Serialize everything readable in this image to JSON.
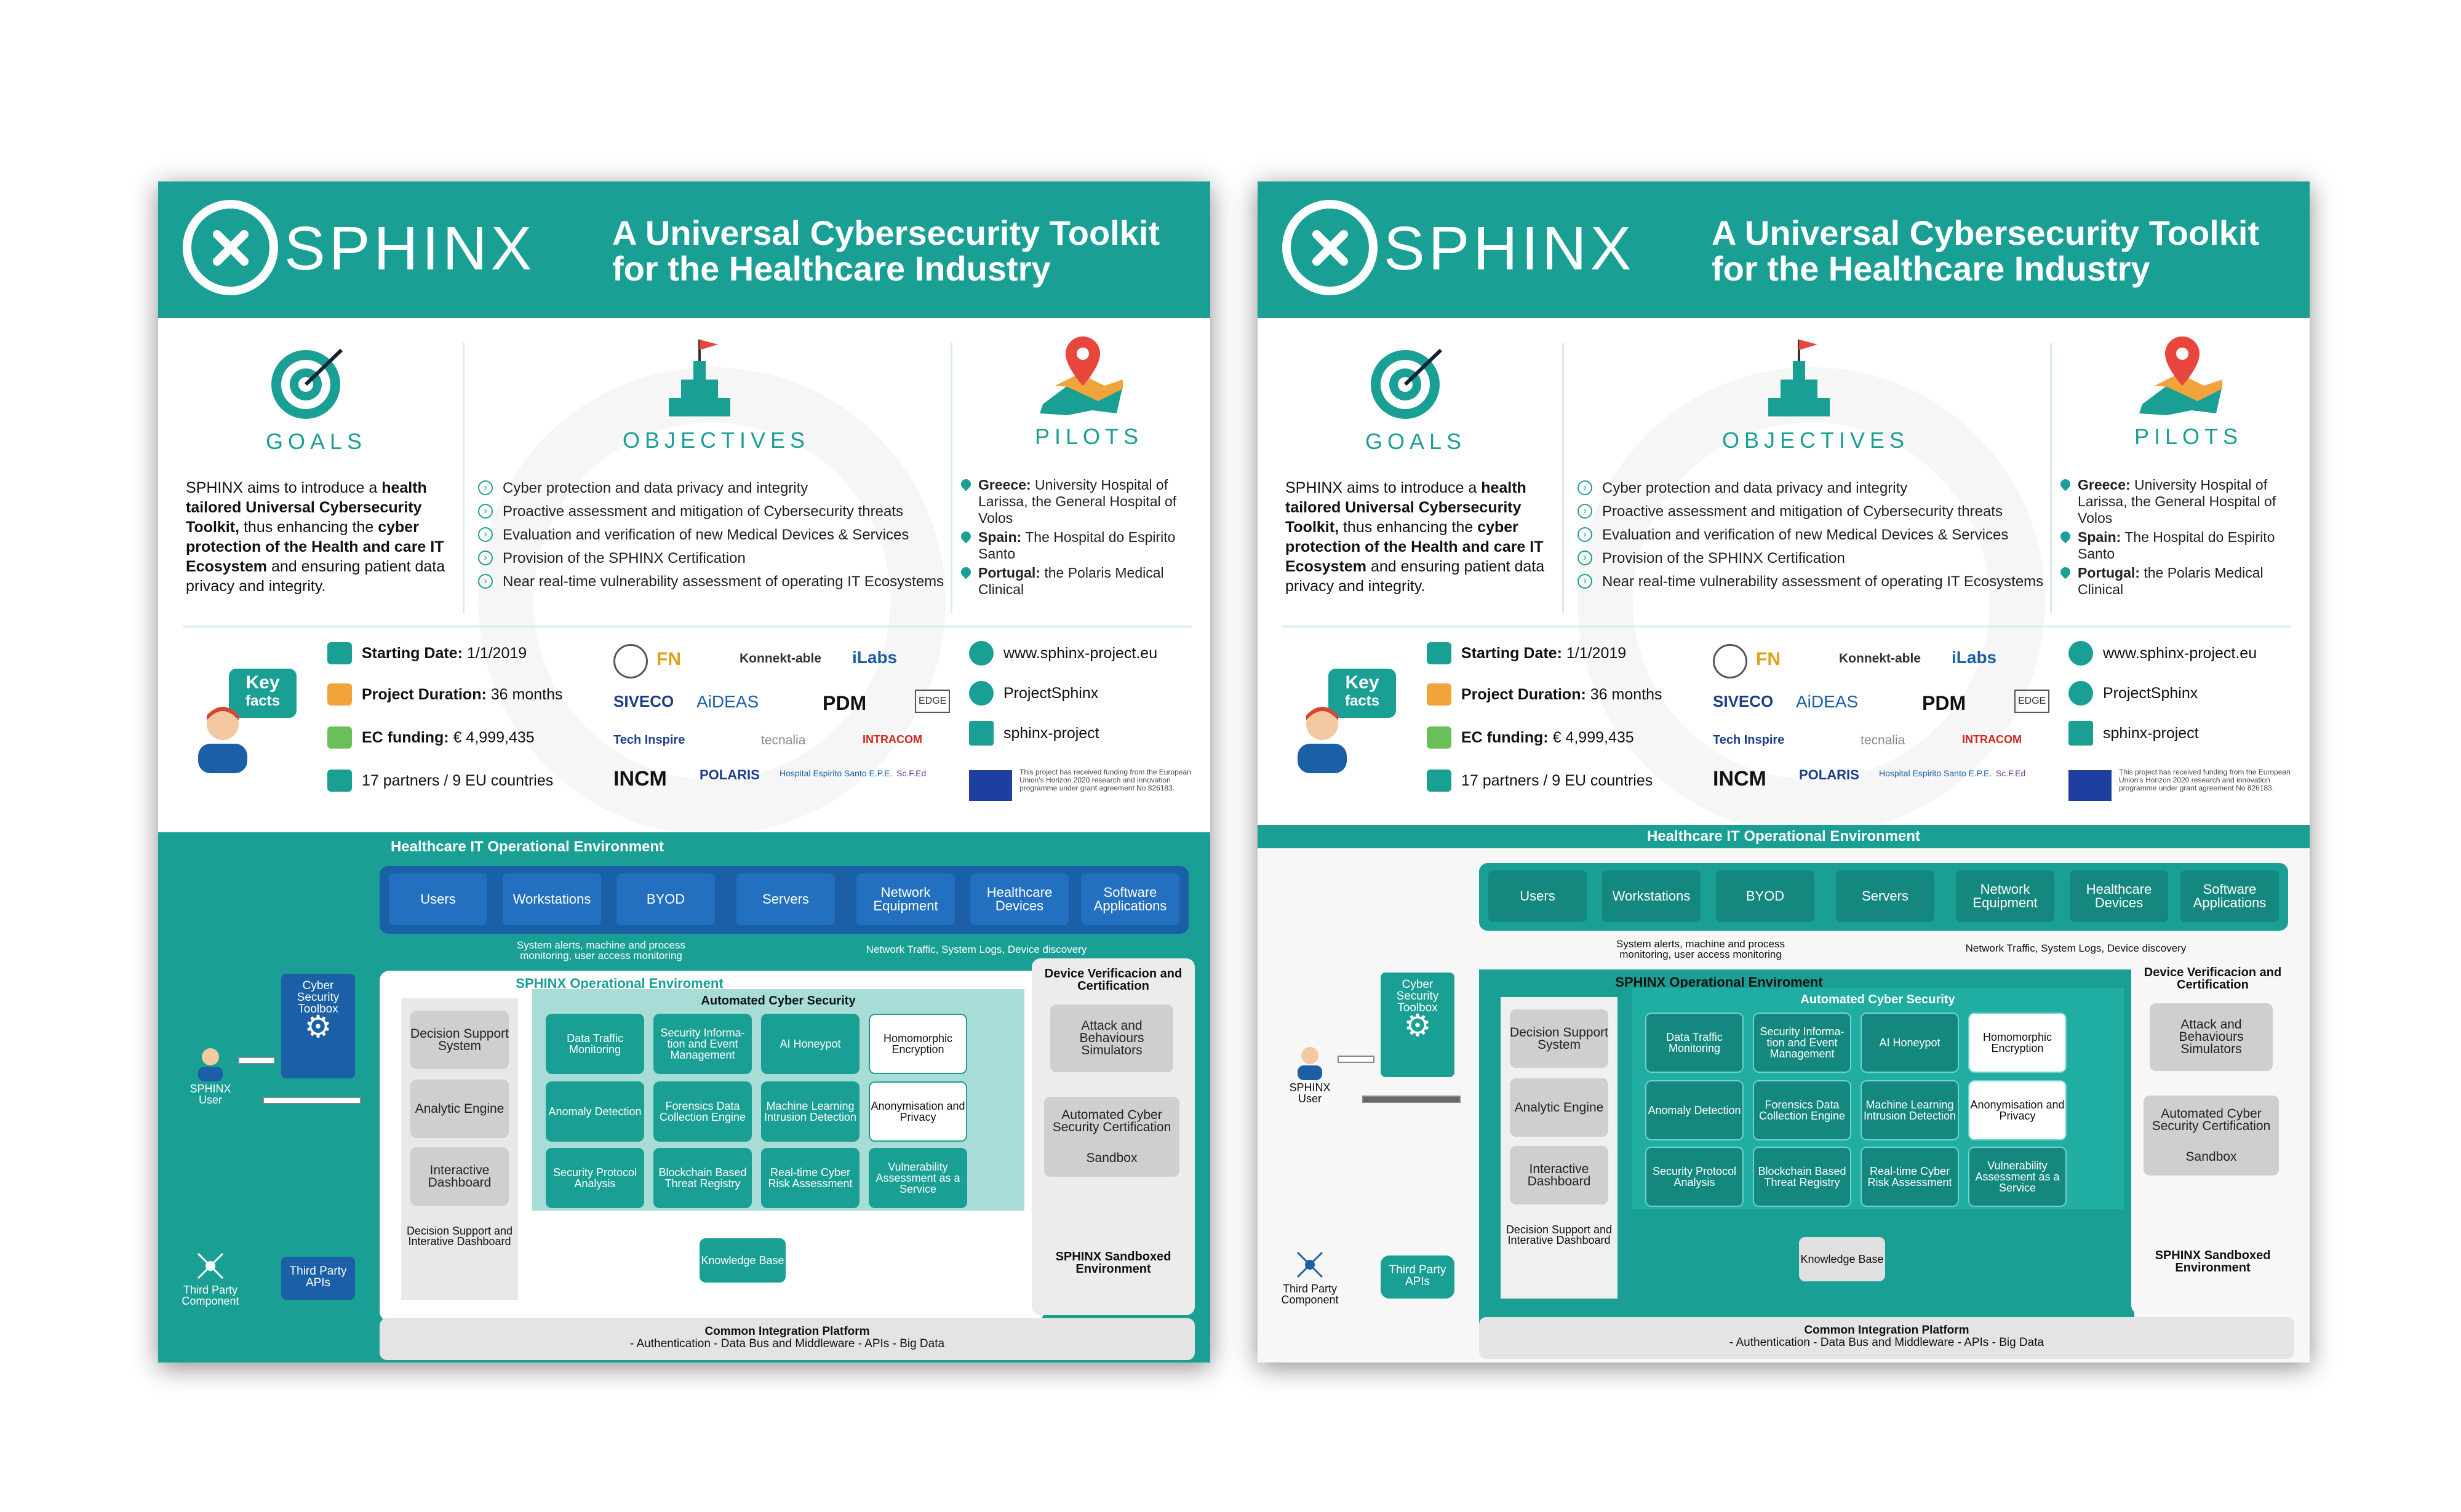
{
  "header": {
    "logo_text": "SPHINX",
    "title_line1": "A Universal Cybersecurity Toolkit",
    "title_line2": "for the Healthcare Industry"
  },
  "goals": {
    "title": "GOALS",
    "text_1": "SPHINX aims to introduce a ",
    "text_bold_1": "health tailored Universal Cybersecurity Toolkit,",
    "text_2": " thus  enhancing the ",
    "text_bold_2": "cyber protection of the Health and care IT Ecosystem",
    "text_3": " and ensuring patient data privacy and integrity."
  },
  "objectives": {
    "title": "OBJECTIVES",
    "items": [
      "Cyber protection and data privacy and integrity",
      "Proactive assessment and mitigation of Cybersecurity threats",
      "Evaluation and verification of new Medical Devices & Services",
      "Provision of the SPHINX Certification",
      "Near real-time vulnerability assessment of operating IT Ecosystems"
    ]
  },
  "pilots": {
    "title": "PILOTS",
    "items": [
      {
        "country": "Greece:",
        "text": " University Hospital of Larissa, the General Hospital of Volos"
      },
      {
        "country": "Spain:",
        "text": " The Hospital do Espirito Santo"
      },
      {
        "country": "Portugal:",
        "text": " the Polaris Medical Clinical"
      }
    ]
  },
  "key_facts": {
    "label_1": "Key",
    "label_2": "facts",
    "starting_label": "Starting Date:",
    "starting_value": " 1/1/2019",
    "duration_label": "Project Duration:",
    "duration_value": " 36 months",
    "funding_label": "EC funding:",
    "funding_value": " € 4,999,435",
    "partners": "17 partners / 9 EU countries"
  },
  "partners_logos": [
    "FN",
    "Konnekt-able",
    "iLabs",
    "SIVECO",
    "AiDEAS",
    "PDM",
    "EDGE",
    "Tech Inspire",
    "tecnalia",
    "INTRACOM",
    "INCM",
    "POLARIS",
    "Hospital Espirito Santo E.P.E.",
    "Sc.F.Ed"
  ],
  "social": {
    "website": "www.sphinx-project.eu",
    "twitter": "ProjectSphinx",
    "linkedin": "sphinx-project",
    "eu_notice": "This project has received funding from the European Union's Horizon 2020 research and innovation programme under grant agreement No 826183."
  },
  "diagram": {
    "it_env_title": "Healthcare IT Operational  Environment",
    "it_items": [
      "Users",
      "Workstations",
      "BYOD",
      "Servers",
      "Network Equipment",
      "Healthcare Devices",
      "Software Applications"
    ],
    "alerts_note": "System alerts, machine and process monitoring, user access monitoring",
    "traffic_note": "Network Traffic, System Logs, Device discovery",
    "cyber_toolbox": "Cyber Security Toolbox",
    "sphinx_user": "SPHINX User",
    "third_party_component": "Third Party Component",
    "third_party_apis": "Third Party APIs",
    "ops_title": "SPHINX Operational Enviroment",
    "dss_items": [
      "Decision Support System",
      "Analytic Engine",
      "Interactive Dashboard"
    ],
    "dss_title": "Decision Support and Interative Dashboard",
    "acs_title": "Automated Cyber Security",
    "acs_items": [
      "Data Traffic Monitoring",
      "Security Informa-tion and Event Management",
      "AI Honeypot",
      "Homomorphic Encryption",
      "Anomaly Detection",
      "Forensics Data Collection Engine",
      "Machine Learning Intrusion Detection",
      "Anonymisation and Privacy",
      "Security Protocol Analysis",
      "Blockchain Based Threat Registry",
      "Real-time Cyber Risk Assessment",
      "Vulnerability Assessment as a Service"
    ],
    "knowledge_base": "Knowledge Base",
    "device_verif": "Device Verificacion and Certification",
    "attack_sim": "Attack and Behaviours Simulators",
    "auto_cert": "Automated Cyber Security Certification",
    "sandbox": "Sandbox",
    "sandbox_env": "SPHINX Sandboxed Environment",
    "cip_title": "Common Integration Platform",
    "cip_sub": "- Authentication - Data Bus and Middleware - APIs - Big Data"
  },
  "colors": {
    "teal": "#1a9f95",
    "blue": "#1b5fa6"
  }
}
